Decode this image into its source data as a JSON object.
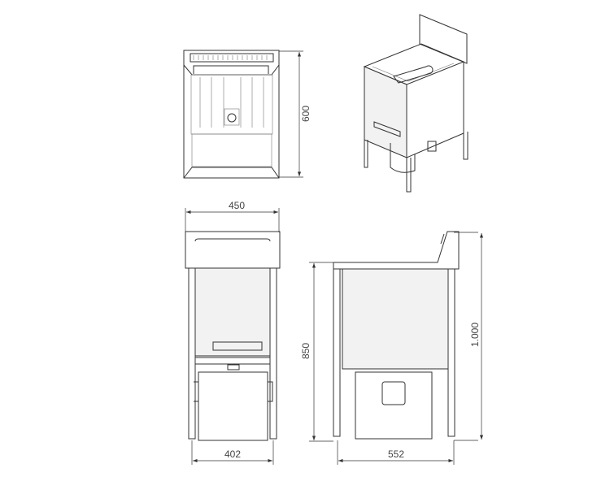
{
  "dimensions": {
    "top_view_depth": "600",
    "front_width": "450",
    "front_base_width": "402",
    "side_height": "850",
    "total_height": "1.000",
    "side_depth": "552"
  },
  "colors": {
    "line": "#333333",
    "background": "#ffffff"
  }
}
